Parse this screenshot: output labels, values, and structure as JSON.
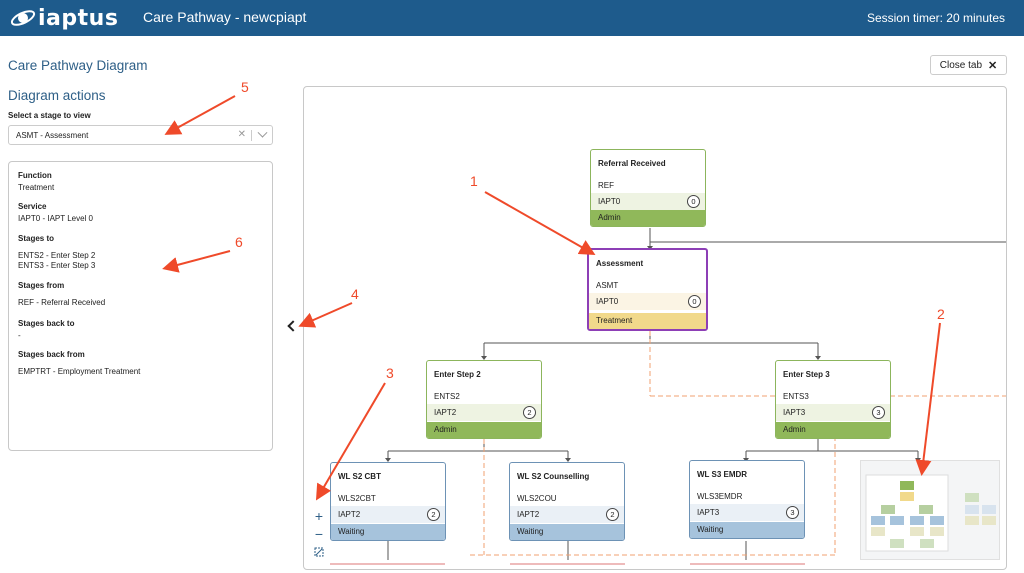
{
  "header": {
    "logo_text": "iaptus",
    "app_title": "Care Pathway - newcpiapt",
    "session_timer": "Session timer: 20 minutes"
  },
  "page": {
    "title": "Care Pathway Diagram",
    "close_tab_label": "Close tab"
  },
  "sidebar": {
    "title": "Diagram actions",
    "select_label": "Select a stage to view",
    "select_value": "ASMT - Assessment",
    "info": {
      "function_label": "Function",
      "function_value": "Treatment",
      "service_label": "Service",
      "service_value": "IAPT0 - IAPT Level 0",
      "stages_to_label": "Stages to",
      "stages_to_1": "ENTS2 - Enter Step 2",
      "stages_to_2": "ENTS3 - Enter Step 3",
      "stages_from_label": "Stages from",
      "stages_from_value": "REF - Referral Received",
      "stages_back_to_label": "Stages back to",
      "stages_back_to_value": "-",
      "stages_back_from_label": "Stages back from",
      "stages_back_from_value": "EMPTRT - Employment Treatment"
    }
  },
  "diagram": {
    "nodes": [
      {
        "title": "Referral Received",
        "code": "REF",
        "service": "IAPT0",
        "count": "0",
        "function": "Admin",
        "style": "green"
      },
      {
        "title": "Assessment",
        "code": "ASMT",
        "service": "IAPT0",
        "count": "0",
        "function": "Treatment",
        "style": "purple"
      },
      {
        "title": "Enter Step 2",
        "code": "ENTS2",
        "service": "IAPT2",
        "count": "2",
        "function": "Admin",
        "style": "green"
      },
      {
        "title": "Enter Step 3",
        "code": "ENTS3",
        "service": "IAPT3",
        "count": "3",
        "function": "Admin",
        "style": "green"
      },
      {
        "title": "WL S2 CBT",
        "code": "WLS2CBT",
        "service": "IAPT2",
        "count": "2",
        "function": "Waiting",
        "style": "blue"
      },
      {
        "title": "WL S2 Counselling",
        "code": "WLS2COU",
        "service": "IAPT2",
        "count": "2",
        "function": "Waiting",
        "style": "blue"
      },
      {
        "title": "WL S3 EMDR",
        "code": "WLS3EMDR",
        "service": "IAPT3",
        "count": "3",
        "function": "Waiting",
        "style": "blue"
      }
    ],
    "zoom_in": "+",
    "zoom_out": "−"
  },
  "annotations": [
    "1",
    "2",
    "3",
    "4",
    "5",
    "6"
  ],
  "colors": {
    "header": "#1e5b8c",
    "annotation": "#ef4a2a",
    "admin": "#90b85a",
    "treatment": "#f1d98b",
    "waiting": "#a6c3dc",
    "selected_border": "#8d3fb6"
  }
}
